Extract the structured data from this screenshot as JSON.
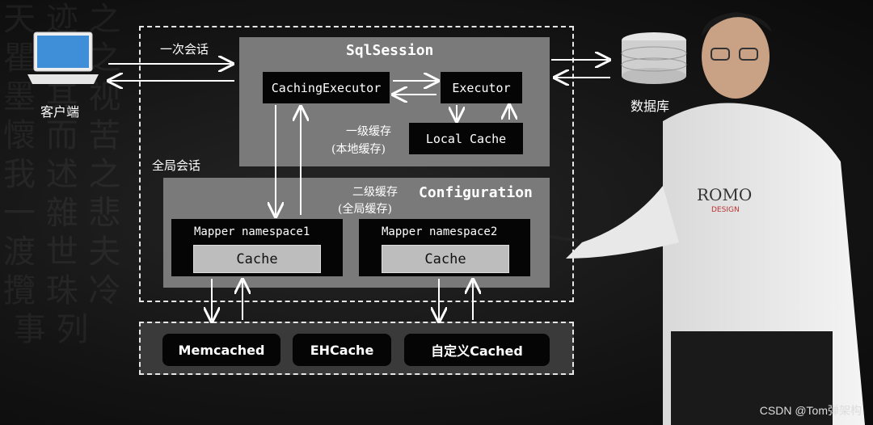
{
  "client": {
    "label": "客户端",
    "session_label": "一次会话"
  },
  "database": {
    "label": "数据库"
  },
  "global_session_label": "全局会话",
  "sqlsession": {
    "title": "SqlSession",
    "caching_executor": "CachingExecutor",
    "executor": "Executor",
    "first_level_cache_line1": "一级缓存",
    "first_level_cache_line2": "(本地缓存)",
    "local_cache": "Local Cache"
  },
  "configuration": {
    "title": "Configuration",
    "second_level_cache_line1": "二级缓存",
    "second_level_cache_line2": "(全局缓存)",
    "mappers": [
      {
        "name": "Mapper namespace1",
        "cache": "Cache"
      },
      {
        "name": "Mapper namespace2",
        "cache": "Cache"
      }
    ]
  },
  "cache_impls": [
    "Memcached",
    "EHCache",
    "自定义Cached"
  ],
  "watermark": "CSDN @Tom弹架构",
  "colors": {
    "frame_dashed": "#e6e6e6",
    "panel_gray": "#7a7a7a",
    "box_black": "#050505",
    "cache_gray": "#bdbdbd"
  }
}
